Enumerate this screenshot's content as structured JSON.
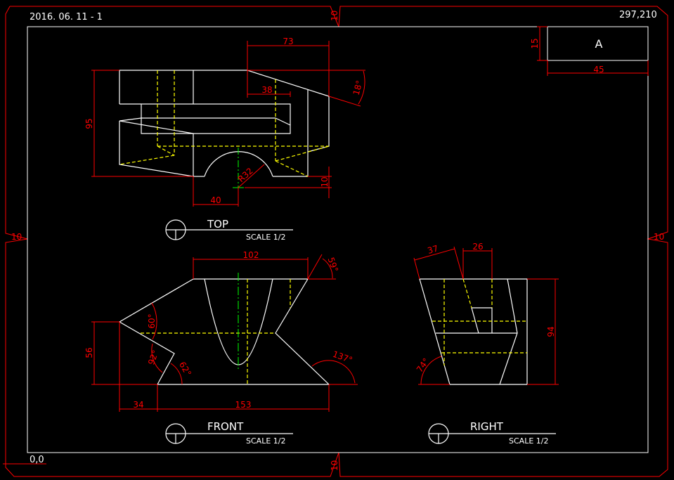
{
  "sheet": {
    "date_label": "2016. 06. 11 - 1",
    "size_label": "297,210",
    "origin_label": "0,0",
    "margin_top": "10",
    "margin_bottom": "10",
    "margin_left": "10",
    "margin_right": "10"
  },
  "title_block": {
    "letter": "A",
    "height_dim": "15",
    "width_dim": "45"
  },
  "views": {
    "top": {
      "name": "TOP",
      "scale": "SCALE 1/2",
      "dims": {
        "width_73": "73",
        "width_38": "38",
        "angle_18": "18°",
        "height_95": "95",
        "offset_40": "40",
        "radius": "R32",
        "offset_10": "10"
      }
    },
    "front": {
      "name": "FRONT",
      "scale": "SCALE 1/2",
      "dims": {
        "top_102": "102",
        "angle_59": "59°",
        "height_56": "56",
        "angle_60": "60°",
        "angle_92": "92°",
        "angle_62": "62°",
        "angle_137": "137°",
        "base_34": "34",
        "base_153": "153"
      }
    },
    "right": {
      "name": "RIGHT",
      "scale": "SCALE 1/2",
      "dims": {
        "slant_37": "37",
        "width_26": "26",
        "height_94": "94",
        "angle_74": "74°"
      }
    }
  },
  "colors": {
    "geometry": "#ffffff",
    "hidden": "#ffff00",
    "dimension": "#ff0000",
    "centerline": "#00ff00"
  }
}
